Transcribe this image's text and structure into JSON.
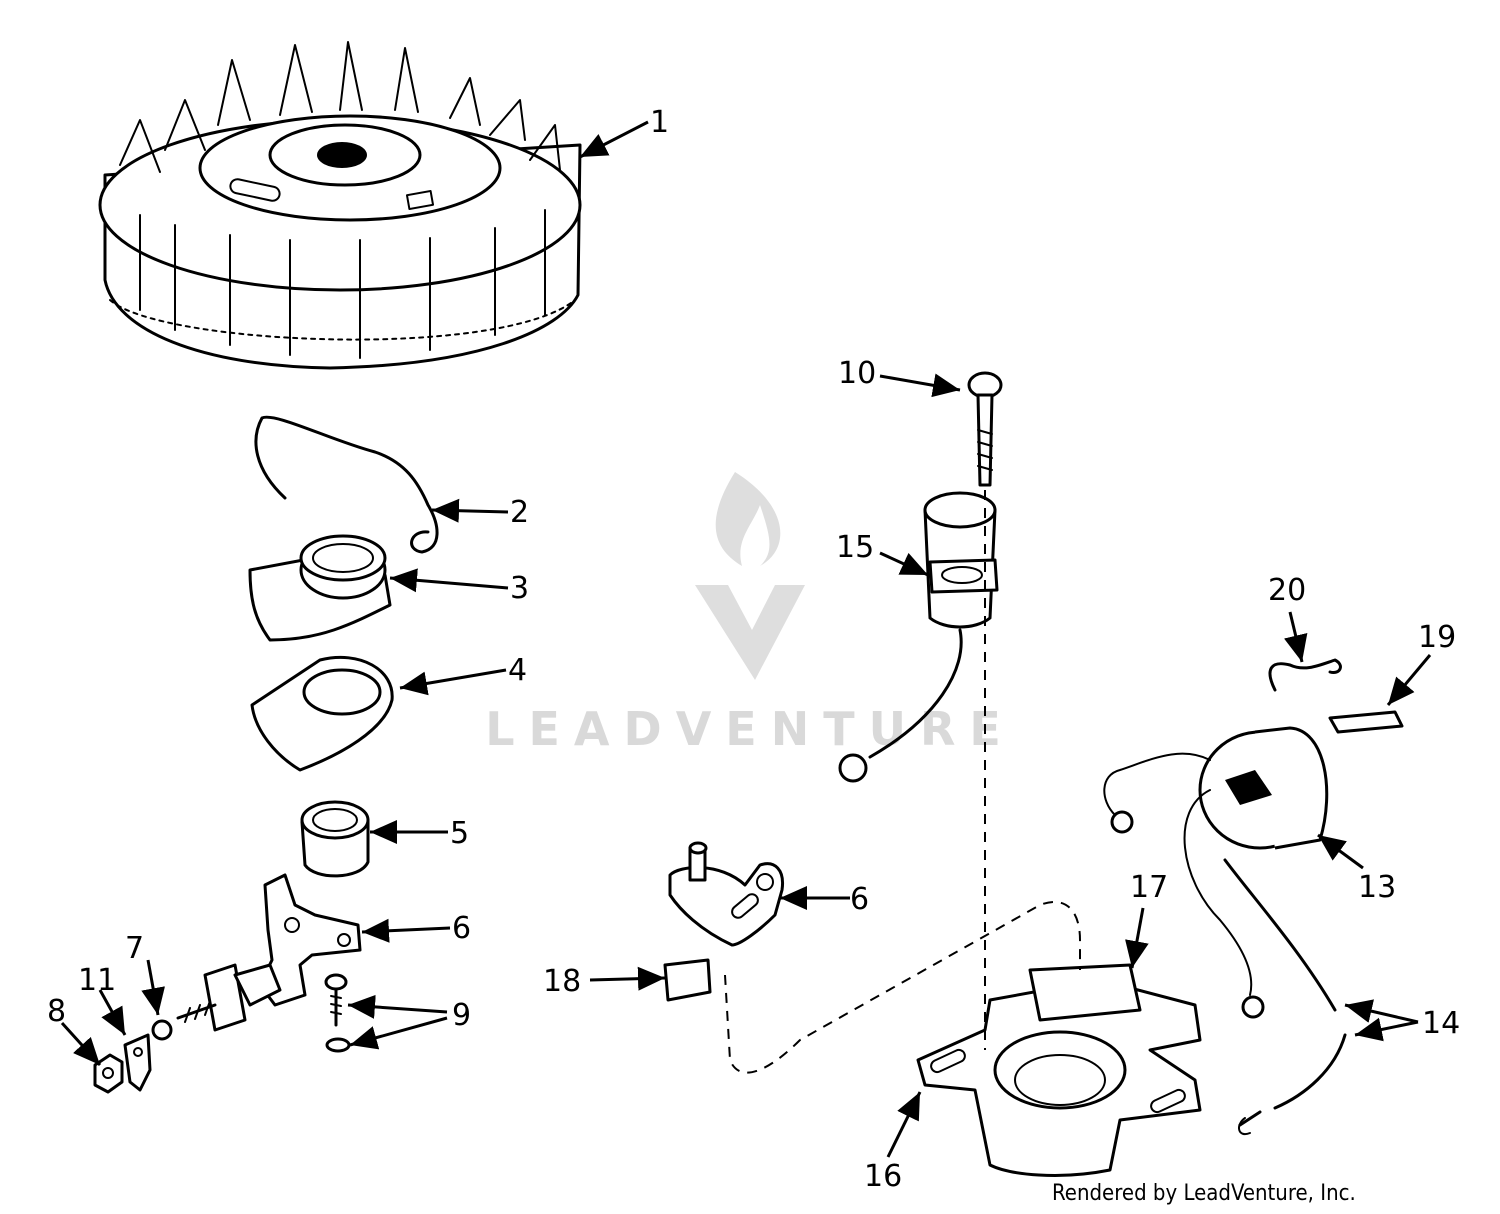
{
  "callouts": {
    "c1": "1",
    "c2": "2",
    "c3": "3",
    "c4": "4",
    "c5": "5",
    "c6a": "6",
    "c6b": "6",
    "c7": "7",
    "c8": "8",
    "c9": "9",
    "c10": "10",
    "c11": "11",
    "c13": "13",
    "c14": "14",
    "c15": "15",
    "c16": "16",
    "c17": "17",
    "c18": "18",
    "c19": "19",
    "c20": "20"
  },
  "watermark": {
    "brand": "LEADVENTURE"
  },
  "footer": {
    "credit": "Rendered by LeadVenture, Inc."
  }
}
